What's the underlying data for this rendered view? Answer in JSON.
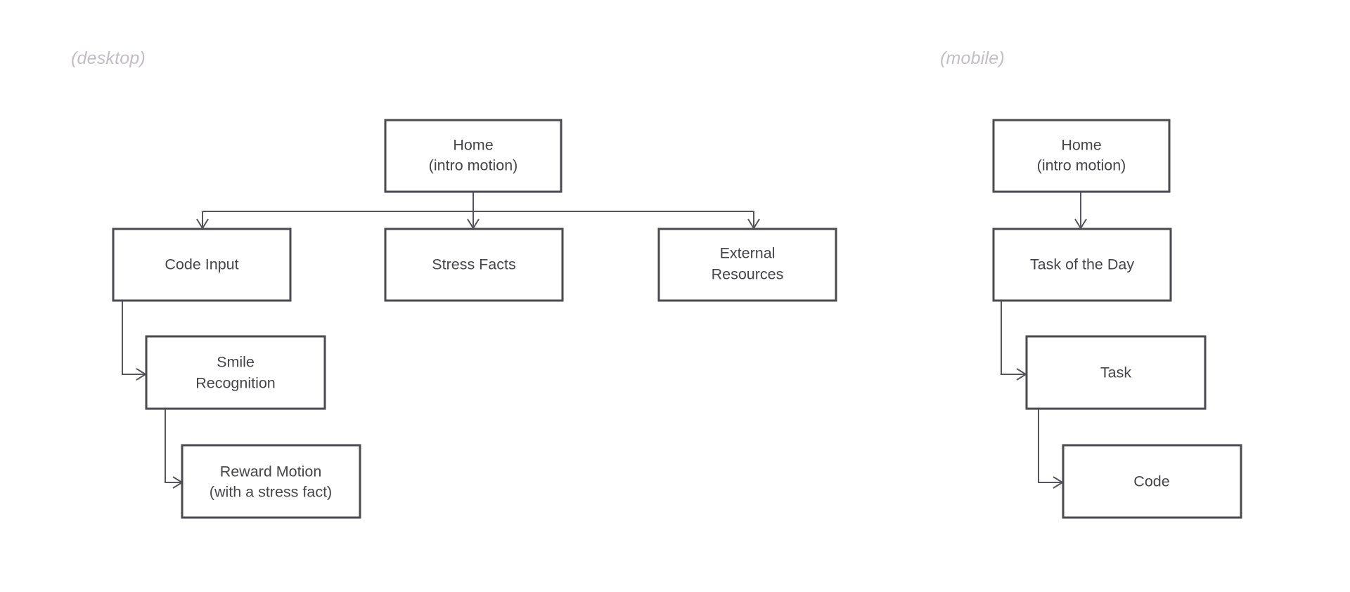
{
  "page": {
    "background": "#ffffff",
    "box_border_color": "#4a4a51",
    "text_color": "#45454c",
    "label_color": "#c4bcc6",
    "connector_color": "#55555d"
  },
  "sections": [
    {
      "id": "desktop",
      "label": "(desktop)"
    },
    {
      "id": "mobile",
      "label": "(mobile)"
    }
  ],
  "desktop": {
    "nodes": {
      "home": {
        "title": "Home",
        "subtitle": "(intro motion)"
      },
      "code_input": {
        "title": "Code Input",
        "subtitle": ""
      },
      "stress_facts": {
        "title": "Stress Facts",
        "subtitle": ""
      },
      "external_resources": {
        "title": "External",
        "subtitle": "Resources"
      },
      "smile_recognition": {
        "title": "Smile",
        "subtitle": "Recognition"
      },
      "reward_motion": {
        "title": "Reward Motion",
        "subtitle": "(with a stress fact)"
      }
    }
  },
  "mobile": {
    "nodes": {
      "home": {
        "title": "Home",
        "subtitle": "(intro motion)"
      },
      "task_of_the_day": {
        "title": "Task of the Day",
        "subtitle": ""
      },
      "task": {
        "title": "Task",
        "subtitle": ""
      },
      "code": {
        "title": "Code",
        "subtitle": ""
      }
    }
  }
}
